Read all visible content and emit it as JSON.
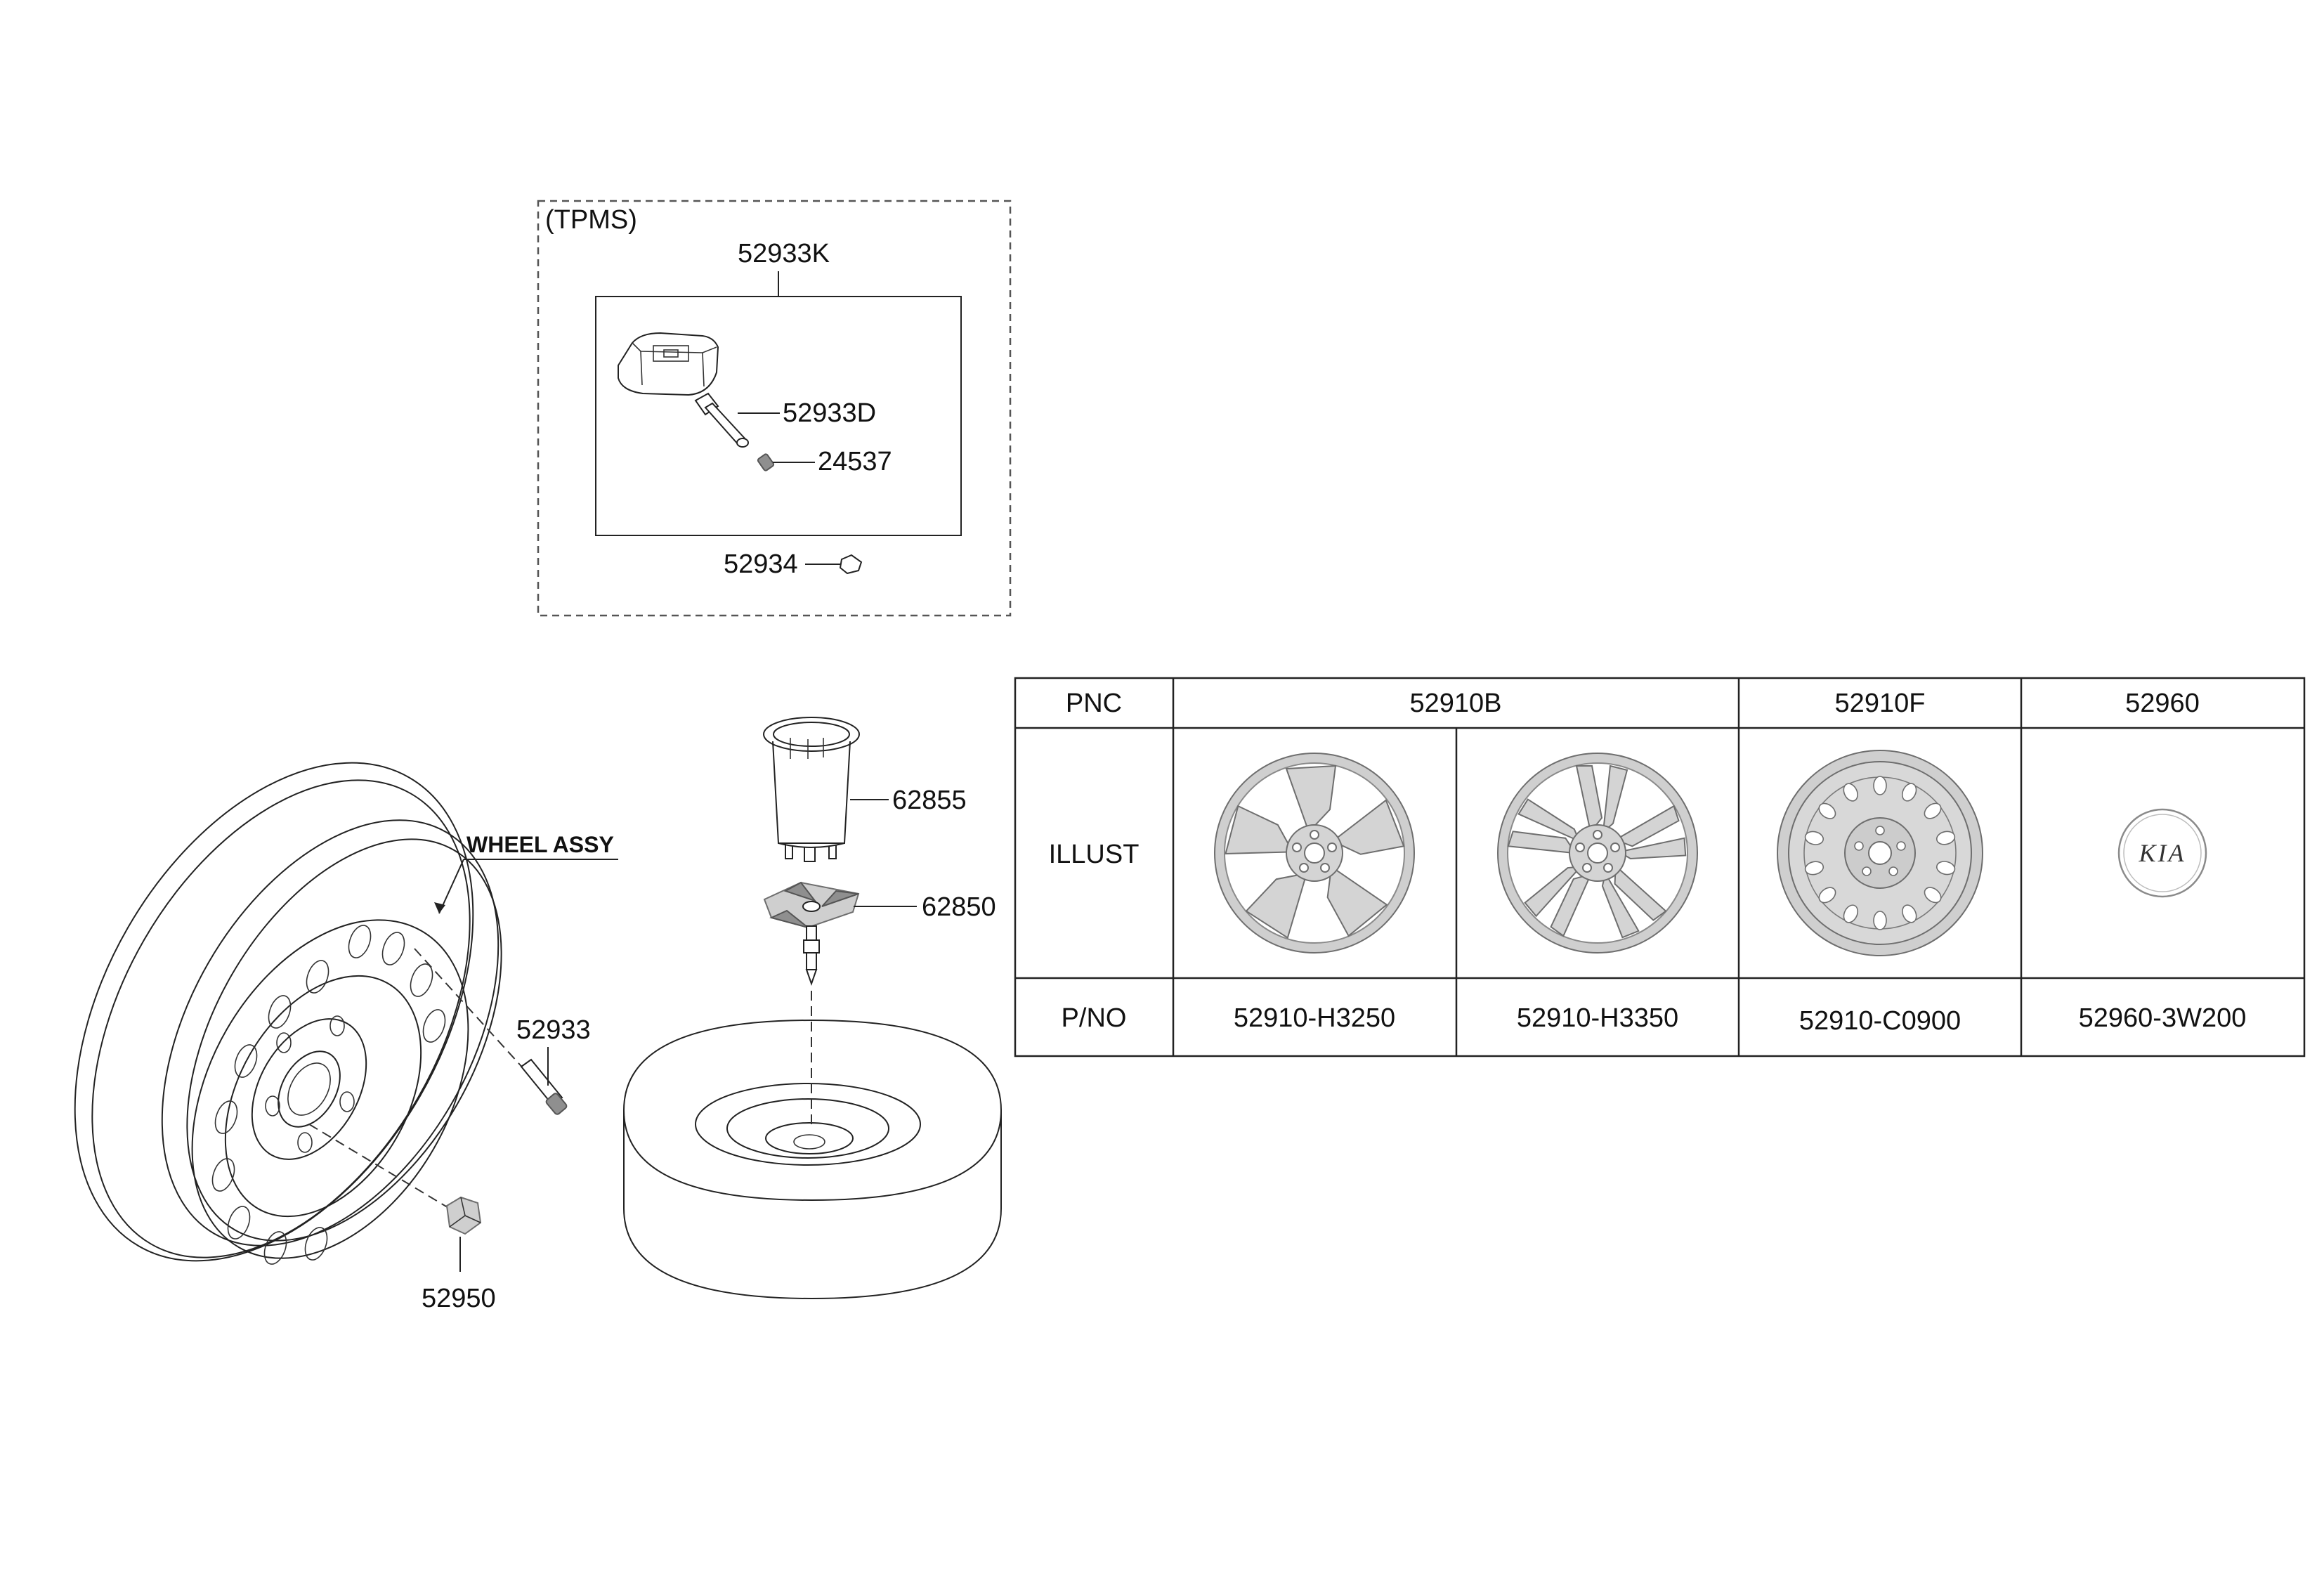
{
  "labels": {
    "tpms": "(TPMS)",
    "p52933k": "52933K",
    "p52933d": "52933D",
    "p24537": "24537",
    "p52934": "52934",
    "wheel_assy": "WHEEL ASSY",
    "p52933": "52933",
    "p52950": "52950",
    "p62855": "62855",
    "p62850": "62850"
  },
  "table": {
    "row_headers": [
      "PNC",
      "ILLUST",
      "P/NO"
    ],
    "pnc": [
      "52910B",
      "52910F",
      "52960"
    ],
    "pno": [
      "52910-H3250",
      "52910-H3350",
      "52910-C0900",
      "52960-3W200"
    ],
    "logo_text": "KIA"
  },
  "colors": {
    "line": "#222222",
    "wheel_fill": "#cfcfcf",
    "wheel_stroke": "#6e6e6e"
  }
}
